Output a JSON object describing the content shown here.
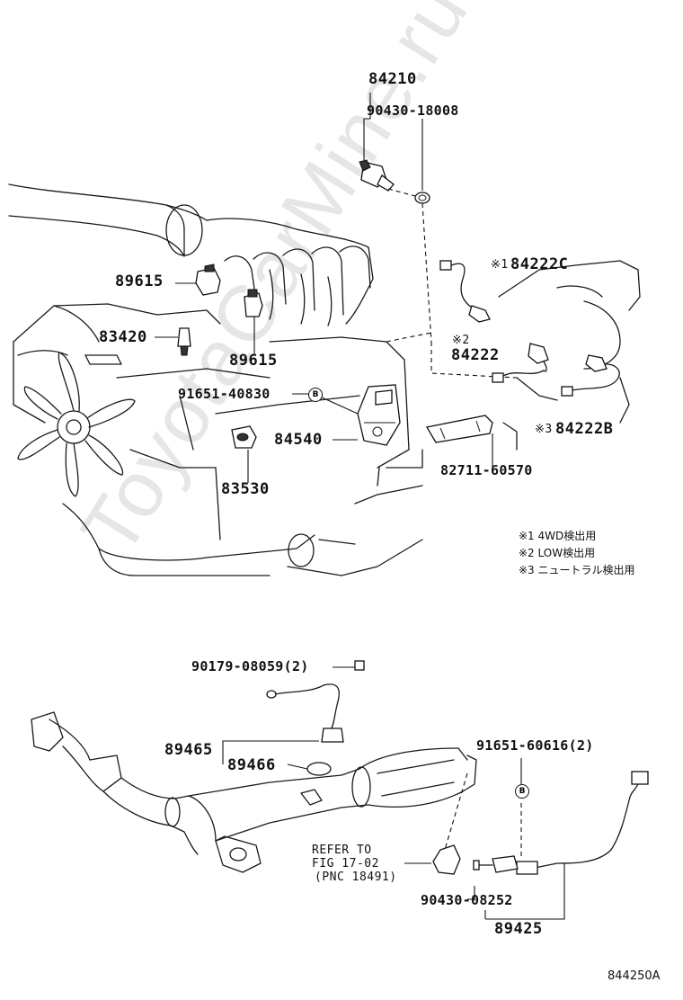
{
  "watermark": "ToyotaCarMine.ru",
  "figure_id": "844250A",
  "labels": {
    "p84210": "84210",
    "p90430_18008": "90430-18008",
    "p89615_a": "89615",
    "p89615_b": "89615",
    "p83420": "83420",
    "p91651_40830": "91651-40830",
    "p84540": "84540",
    "p83530": "83530",
    "p84222C": "84222C",
    "p84222C_mark": "※1",
    "p84222": "84222",
    "p84222_mark": "※2",
    "p84222B": "84222B",
    "p84222B_mark": "※3",
    "p82711_60570": "82711-60570",
    "p90179_08059": "90179-08059(2)",
    "p89465": "89465",
    "p89466": "89466",
    "p91651_60616": "91651-60616(2)",
    "p90430_08252": "90430-08252",
    "p89425": "89425"
  },
  "bolt_symbol": "B",
  "refer": {
    "line1": "REFER TO",
    "line2": "FIG 17-02",
    "line3": "(PNC 18491)"
  },
  "notes": [
    "※1 4WD検出用",
    "※2 LOW検出用",
    "※3 ニュートラル検出用"
  ]
}
